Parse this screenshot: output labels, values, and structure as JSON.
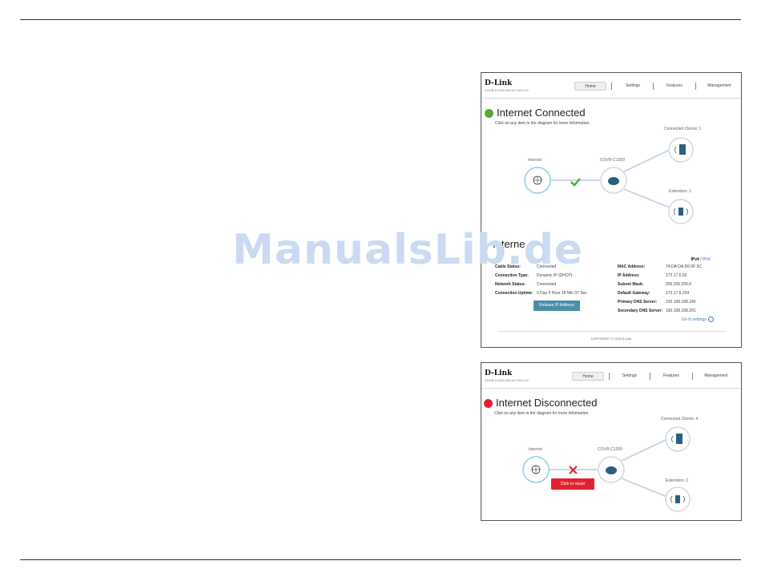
{
  "watermark": "ManualsLib.de",
  "nav": {
    "logo": "D-Link",
    "model": "COVR-C1200 HW:A1 FW:1.00",
    "items": [
      "Home",
      "Settings",
      "Features",
      "Management"
    ]
  },
  "connected": {
    "status": "Internet Connected",
    "status_color": "#5aa832",
    "hint": "Click on any item in the diagram for more information.",
    "internet_label": "Internet",
    "router_label": "COVR-C1200",
    "clients_label": "Connected Clients: 1",
    "extenders_label": "Extenders: 1",
    "panel_title": "Interne",
    "ipv4": "IPv4",
    "ip_sep": "/",
    "ipv6": "IPv6",
    "left_fields": [
      {
        "key": "Cable Status:",
        "value": "Connected"
      },
      {
        "key": "Connection Type:",
        "value": "Dynamic IP (DHCP)"
      },
      {
        "key": "Network Status:",
        "value": "Connected"
      },
      {
        "key": "Connection Uptime:",
        "value": "0 Day 0 Hour 18 Min 37 Sec"
      }
    ],
    "right_fields": [
      {
        "key": "MAC Address:",
        "value": "74:DA:DA:D6:0F:5C"
      },
      {
        "key": "IP Address:",
        "value": "172.17.6.50"
      },
      {
        "key": "Subnet Mask:",
        "value": "255.255.255.0"
      },
      {
        "key": "Default Gateway:",
        "value": "172.17.6.254"
      },
      {
        "key": "Primary DNS Server:",
        "value": "192.168.168.249"
      },
      {
        "key": "Secondary DNS Server:",
        "value": "192.168.168.201"
      }
    ],
    "release_button": "Release IP Address",
    "goto_settings": "Go to settings",
    "copyright": "COPYRIGHT © 2016 D-Link"
  },
  "disconnected": {
    "status": "Internet Disconnected",
    "status_color": "#e02230",
    "hint": "Click on any item in the diagram for more information.",
    "internet_label": "Internet",
    "router_label": "COVR-C1200",
    "clients_label": "Connected Clients: 4",
    "extenders_label": "Extenders: 2",
    "repair_button": "Click to repair"
  }
}
